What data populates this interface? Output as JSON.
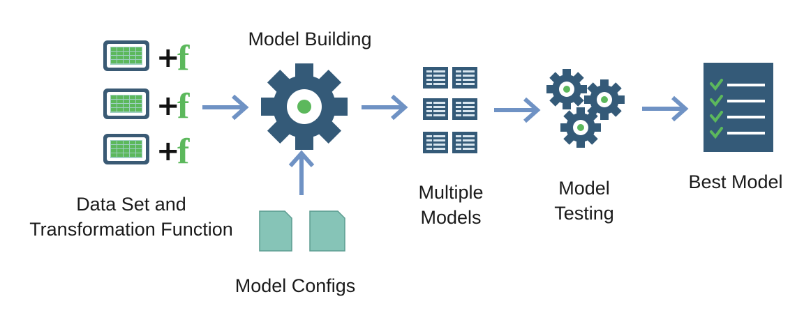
{
  "labels": {
    "data_set_line1": "Data Set and",
    "data_set_line2": "Transformation Function",
    "model_building": "Model Building",
    "model_configs": "Model Configs",
    "multiple_models_line1": "Multiple",
    "multiple_models_line2": "Models",
    "model_testing_line1": "Model",
    "model_testing_line2": "Testing",
    "best_model": "Best Model"
  },
  "dataset_rows": [
    {
      "plus": "+",
      "func": "f"
    },
    {
      "plus": "+",
      "func": "f"
    },
    {
      "plus": "+",
      "func": "f"
    }
  ],
  "colors": {
    "gear": "#345a78",
    "arrow": "#6f92c4",
    "accent_green": "#5cb85c",
    "config_doc": "#86c4b7",
    "spreadsheet_bg": "#9fcfc2",
    "spreadsheet_frame": "#3a5a74",
    "best_model_doc": "#345a78"
  },
  "icons": {
    "dataset": "spreadsheet-icon",
    "model_building": "gear-icon",
    "model_configs": "document-icon",
    "multiple_models": "document-grid-icon",
    "model_testing": "gears-icon",
    "best_model": "checklist-icon",
    "flow": "arrow-right-icon"
  }
}
